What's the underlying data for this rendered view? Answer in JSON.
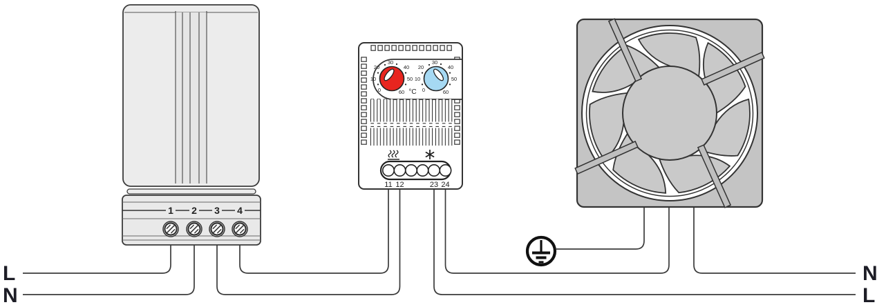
{
  "colors": {
    "hot_dial": "#e8251f",
    "cold_dial": "#a6d9f3",
    "device_body": "#ececec",
    "fan_body": "#c4c4c4",
    "outline": "#333333",
    "wire": "#3a3a3a",
    "label_text": "#1d1d26"
  },
  "heater": {
    "terminals": [
      "1",
      "2",
      "3",
      "4"
    ]
  },
  "thermostat": {
    "terminals": [
      "11",
      "12",
      "23",
      "24"
    ],
    "scale": [
      "0",
      "10",
      "20",
      "30",
      "40",
      "50",
      "60"
    ],
    "unit": "°C",
    "icons": {
      "heat": "heat-waves-icon",
      "cool": "snowflake-icon"
    }
  },
  "fan": {
    "icons": {
      "earth": "protective-earth-icon"
    }
  },
  "wiring": {
    "left_labels": [
      "L",
      "N"
    ],
    "right_labels": [
      "N",
      "L"
    ]
  }
}
